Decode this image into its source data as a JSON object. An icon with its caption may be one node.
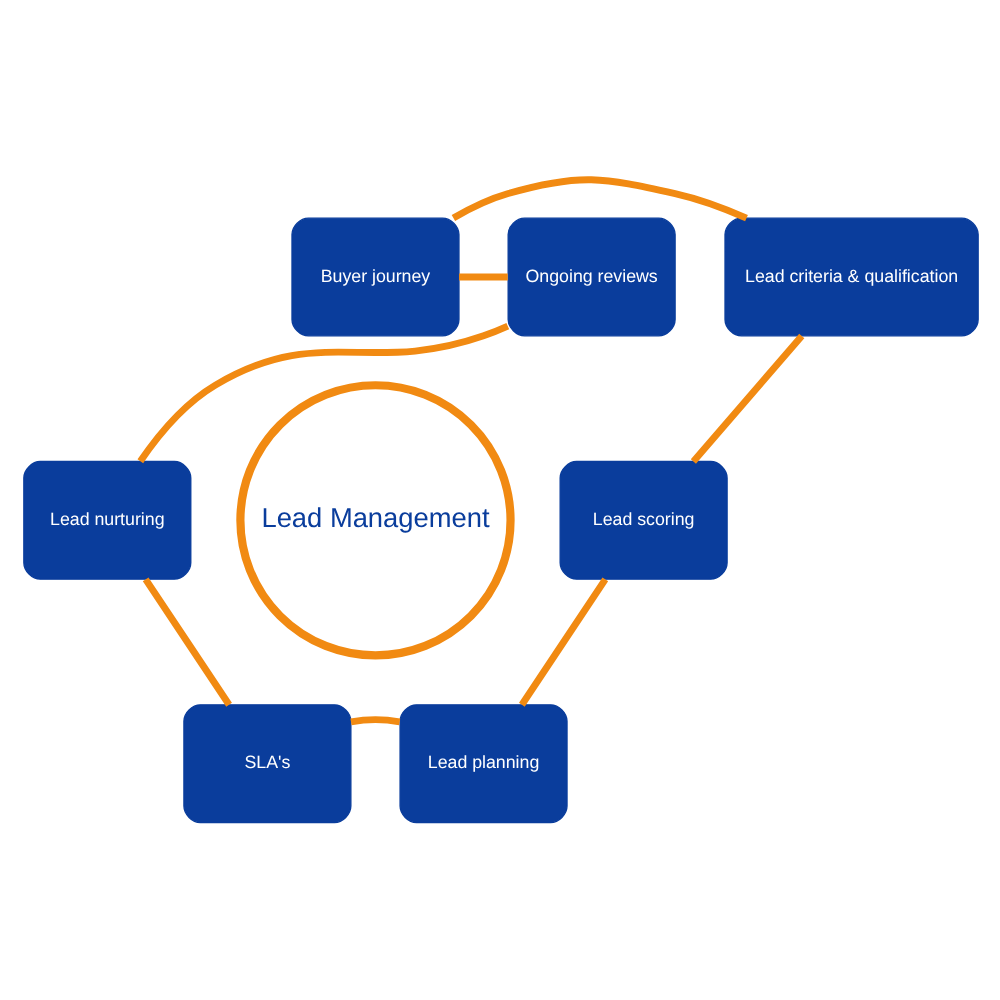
{
  "diagram": {
    "nodes": [
      {
        "text": [
          "Buyer journey"
        ]
      },
      {
        "text": [
          "Ongoing reviews"
        ]
      },
      {
        "text": [
          "Lead criteria & qualification"
        ]
      },
      {
        "text": [
          "Lead Management"
        ]
      },
      {
        "text": [
          "Lead nurturing"
        ]
      },
      {
        "text": [
          "Lead scoring"
        ]
      },
      {
        "text": [
          "SLA's"
        ]
      },
      {
        "text": [
          "Lead planning"
        ]
      }
    ],
    "edges": [
      {
        "from": 0,
        "to": 2,
        "arrow": "none"
      },
      {
        "from": 2,
        "to": 5,
        "arrow": "none"
      },
      {
        "from": 5,
        "to": 7,
        "arrow": "none"
      },
      {
        "from": 7,
        "to": 6,
        "arrow": "none"
      },
      {
        "from": 6,
        "to": 4,
        "arrow": "none"
      },
      {
        "from": 4,
        "to": 1,
        "arrow": "none"
      },
      {
        "from": 1,
        "to": 0,
        "arrow": "none"
      }
    ]
  }
}
